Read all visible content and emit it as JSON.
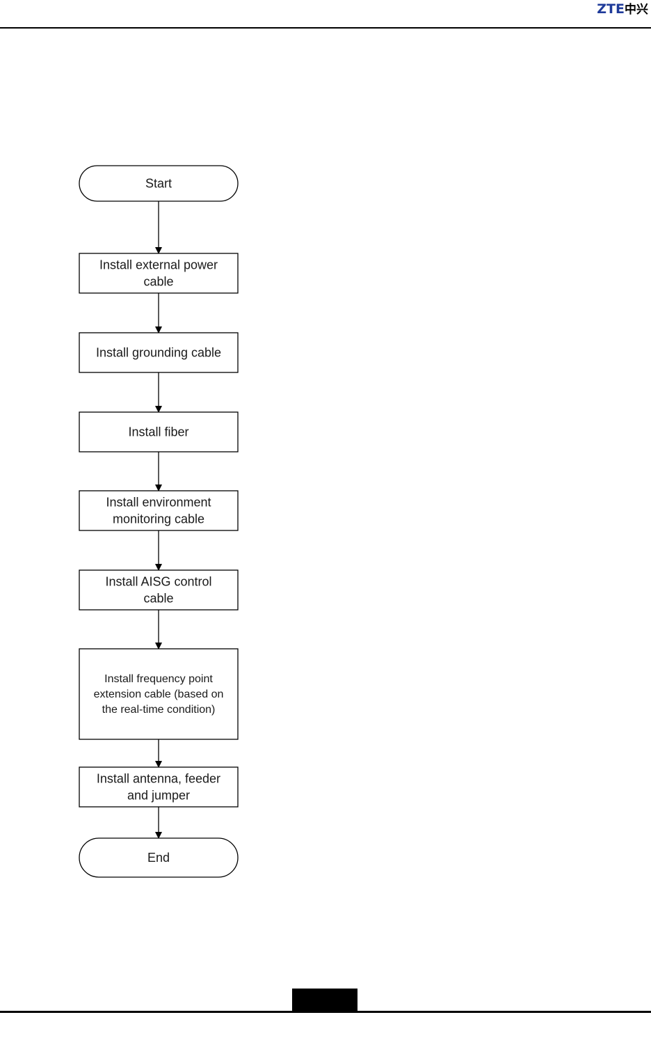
{
  "header": {
    "logo_latin": "ZTE",
    "logo_cjk": "中兴"
  },
  "flowchart": {
    "nodes": [
      {
        "id": "start",
        "shape": "terminal",
        "lines": [
          "Start"
        ]
      },
      {
        "id": "step1",
        "shape": "process",
        "lines": [
          "Install external power",
          "cable"
        ]
      },
      {
        "id": "step2",
        "shape": "process",
        "lines": [
          "Install grounding cable"
        ]
      },
      {
        "id": "step3",
        "shape": "process",
        "lines": [
          "Install fiber"
        ]
      },
      {
        "id": "step4",
        "shape": "process",
        "lines": [
          "Install environment",
          "monitoring cable"
        ]
      },
      {
        "id": "step5",
        "shape": "process",
        "lines": [
          "Install AISG control",
          "cable"
        ]
      },
      {
        "id": "step6",
        "shape": "process",
        "lines": [
          "Install frequency point",
          "extension cable (based on",
          "the real-time condition)"
        ]
      },
      {
        "id": "step7",
        "shape": "process",
        "lines": [
          "Install antenna, feeder",
          "and jumper"
        ]
      },
      {
        "id": "end",
        "shape": "terminal",
        "lines": [
          "End"
        ]
      }
    ],
    "edges": [
      [
        "start",
        "step1"
      ],
      [
        "step1",
        "step2"
      ],
      [
        "step2",
        "step3"
      ],
      [
        "step3",
        "step4"
      ],
      [
        "step4",
        "step5"
      ],
      [
        "step5",
        "step6"
      ],
      [
        "step6",
        "step7"
      ],
      [
        "step7",
        "end"
      ]
    ]
  }
}
